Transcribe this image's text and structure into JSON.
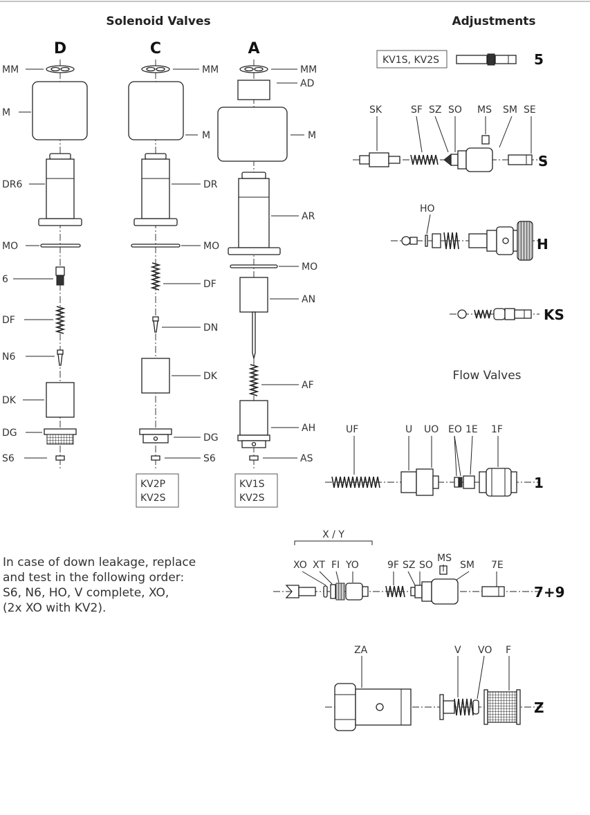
{
  "headers": {
    "solenoid": "Solenoid Valves",
    "adjustments": "Adjustments",
    "flow": "Flow Valves"
  },
  "columns": {
    "d": "D",
    "c": "C",
    "a": "A"
  },
  "col_d": [
    "MM",
    "M",
    "DR6",
    "MO",
    "6",
    "DF",
    "N6",
    "DK",
    "DG",
    "S6"
  ],
  "col_c": [
    "MM",
    "M",
    "DR",
    "MO",
    "DF",
    "DN",
    "DK",
    "DG",
    "S6"
  ],
  "col_a": [
    "MM",
    "AD",
    "M",
    "AR",
    "MO",
    "AN",
    "AF",
    "AH",
    "AS"
  ],
  "box_c": [
    "KV2P",
    "KV2S"
  ],
  "box_a": [
    "KV1S",
    "KV2S"
  ],
  "adj5": {
    "box": "KV1S, KV2S",
    "code": "5"
  },
  "adjS": {
    "labels": [
      "SK",
      "SF",
      "SZ",
      "SO",
      "MS",
      "SM",
      "SE"
    ],
    "code": "S"
  },
  "adjH": {
    "labels": [
      "HO"
    ],
    "code": "H"
  },
  "adjKS": {
    "code": "KS"
  },
  "flow1": {
    "labels": [
      "UF",
      "U",
      "UO",
      "EO",
      "1E",
      "1F"
    ],
    "code": "1"
  },
  "flow79": {
    "group": "X / Y",
    "labels": [
      "XO",
      "XT",
      "FI",
      "YO",
      "9F",
      "SZ",
      "SO",
      "MS",
      "SM",
      "7E"
    ],
    "code": "7+9"
  },
  "flowZ": {
    "labels": [
      "ZA",
      "V",
      "VO",
      "F"
    ],
    "code": "Z"
  },
  "note": [
    "In case of down leakage, replace",
    "and test in the following order:",
    "S6, N6,  HO, V complete, XO,",
    "(2x XO with KV2)."
  ]
}
